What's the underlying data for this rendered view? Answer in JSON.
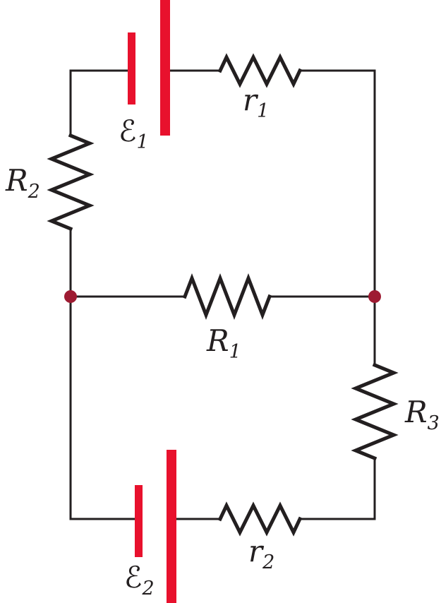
{
  "figure": {
    "kind": "circuit-diagram",
    "description": "Two-loop circuit with two EMF sources and five resistors joined at two junction nodes"
  },
  "colors": {
    "wire": "#231f20",
    "battery_plate": "#e8112d",
    "junction_node": "#9e1b32",
    "label_text": "#231f20",
    "background": "#ffffff"
  },
  "labels": {
    "emf1": {
      "base": "ℰ",
      "sub": "1"
    },
    "emf2": {
      "base": "ℰ",
      "sub": "2"
    },
    "r1": {
      "base": "r",
      "sub": "1"
    },
    "r2": {
      "base": "r",
      "sub": "2"
    },
    "R1": {
      "base": "R",
      "sub": "1"
    },
    "R2": {
      "base": "R",
      "sub": "2"
    },
    "R3": {
      "base": "R",
      "sub": "3"
    }
  },
  "components": [
    {
      "type": "battery",
      "label": "ℰ₁",
      "position": "top branch"
    },
    {
      "type": "resistor",
      "label": "r₁",
      "position": "top branch"
    },
    {
      "type": "resistor",
      "label": "R₂",
      "position": "left branch"
    },
    {
      "type": "resistor",
      "label": "R₁",
      "position": "middle branch"
    },
    {
      "type": "resistor",
      "label": "R₃",
      "position": "right branch"
    },
    {
      "type": "battery",
      "label": "ℰ₂",
      "position": "bottom branch"
    },
    {
      "type": "resistor",
      "label": "r₂",
      "position": "bottom branch"
    }
  ],
  "junction_count": 2
}
